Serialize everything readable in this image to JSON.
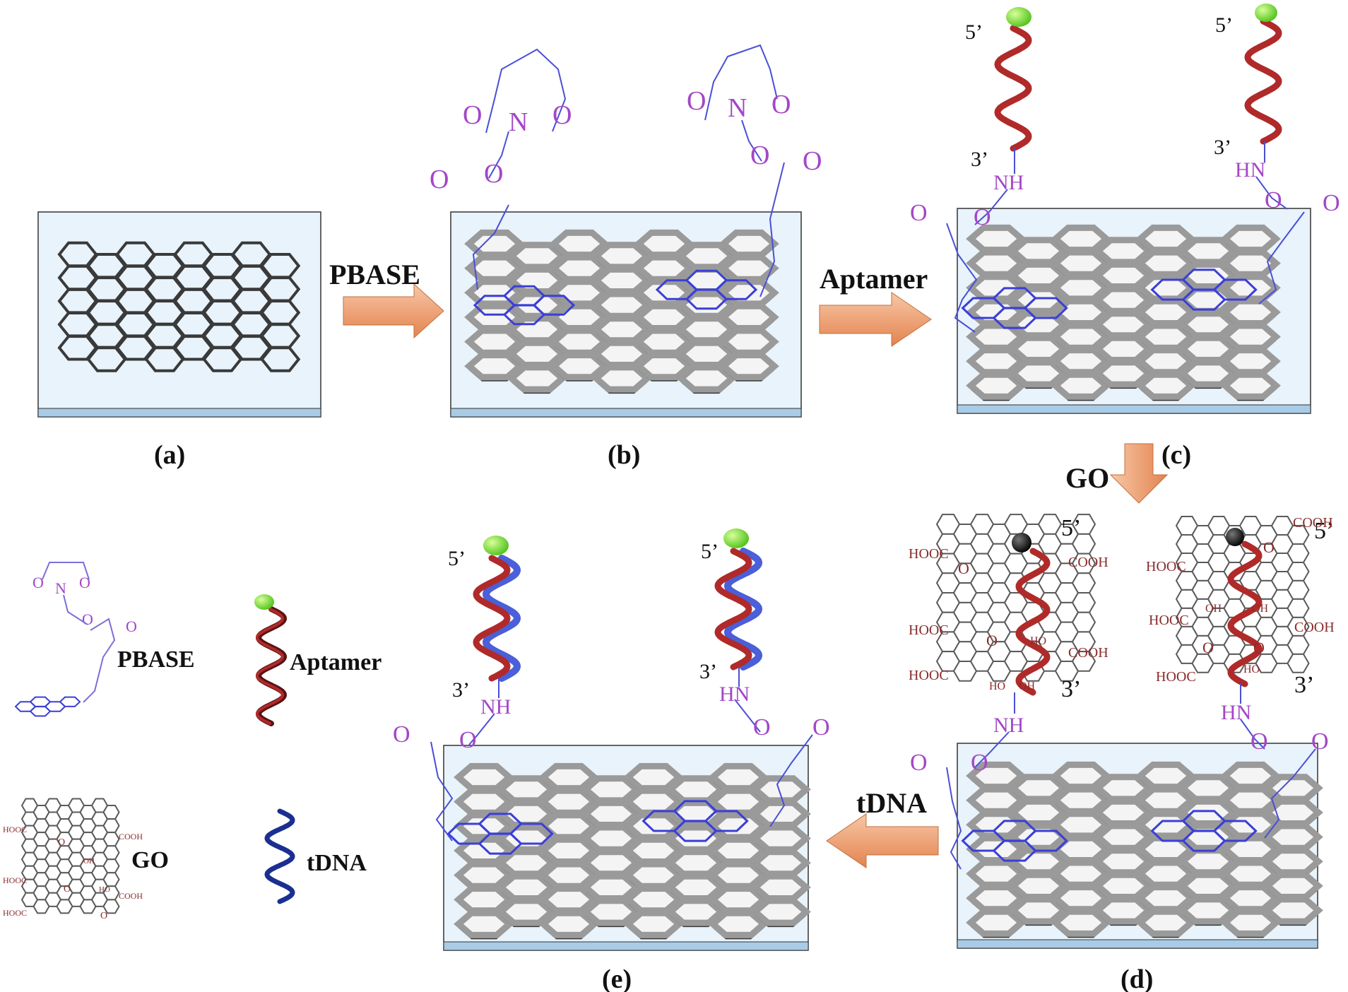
{
  "steps": {
    "pbase": "PBASE",
    "aptamer": "Aptamer",
    "go": "GO",
    "tdna": "tDNA"
  },
  "panels": {
    "a": "(a)",
    "b": "(b)",
    "c": "(c)",
    "d": "(d)",
    "e": "(e)"
  },
  "ends": {
    "five": "5’",
    "three": "3’"
  },
  "atoms": {
    "N": "N",
    "O": "O",
    "NH": "NH",
    "HN": "HN"
  },
  "go_groups": {
    "hooc": "HOOC",
    "cooh": "COOH",
    "oh": "OH",
    "ho": "HO",
    "o": "O"
  },
  "legend": {
    "pbase": "PBASE",
    "aptamer": "Aptamer",
    "go": "GO",
    "tdna": "tDNA"
  },
  "colors": {
    "substrate": "#e8f3fb",
    "substrate_base": "#a9cbe6",
    "pyrene": "#3b3fd6",
    "aptamer": "#b02a2a",
    "tdna": "#4a5fd8",
    "label_green": "#7ee63a",
    "arrow": "#f0a070"
  }
}
